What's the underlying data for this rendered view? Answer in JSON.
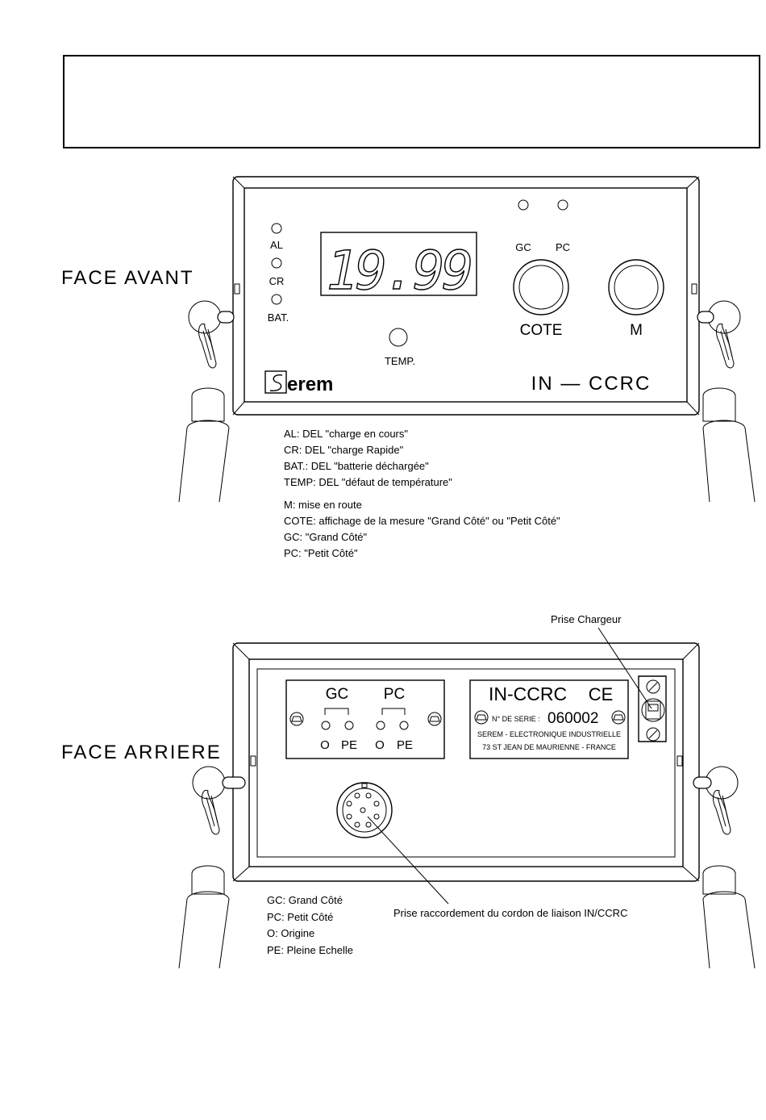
{
  "front": {
    "section_label": "FACE AVANT",
    "led_al": "AL",
    "led_cr": "CR",
    "led_bat": "BAT.",
    "led_temp": "TEMP.",
    "led_gc": "GC",
    "led_pc": "PC",
    "display_value": "19.99",
    "button_cote": "COTE",
    "button_m": "M",
    "brand": "erem",
    "model": "IN  —  CCRC",
    "legend": [
      "AL:  DEL \"charge en cours\"",
      "CR:  DEL \"charge Rapide\"",
      "BAT.:  DEL \"batterie déchargée\"",
      "TEMP:  DEL \"défaut de température\"",
      "M:   mise en route",
      "COTE:  affichage de la mesure \"Grand Côté\" ou \"Petit Côté\"",
      "GC:  \"Grand Côté\"",
      "PC:  \"Petit Côté\""
    ]
  },
  "rear": {
    "section_label": "FACE ARRIERE",
    "charger_label": "Prise Chargeur",
    "group_gc": "GC",
    "group_pc": "PC",
    "o1": "O",
    "pe1": "PE",
    "o2": "O",
    "pe2": "PE",
    "plate_title": "IN-CCRC",
    "ce_mark": "CE",
    "serial_label": "N° DE SERIE :",
    "serial_value": "060002",
    "company_line1": "SEREM - ELECTRONIQUE INDUSTRIELLE",
    "company_line2": "73 ST JEAN DE MAURIENNE - FRANCE",
    "connector_label": "Prise raccordement du cordon de liaison IN/CCRC",
    "legend": [
      "GC:  Grand Côté",
      "PC:  Petit Côté",
      "O:  Origine",
      "PE:  Pleine Echelle"
    ]
  }
}
